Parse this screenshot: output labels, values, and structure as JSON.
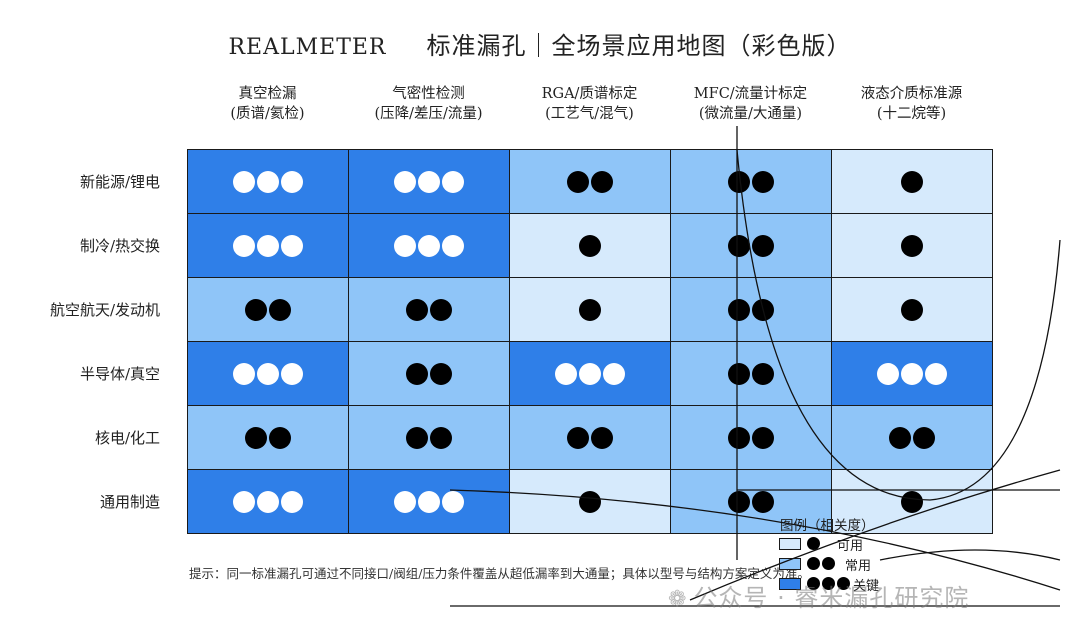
{
  "title": {
    "brand": "REALMETER",
    "text": "标准漏孔｜全场景应用地图（彩色版）"
  },
  "colors": {
    "level1": "#d6eafc",
    "level2": "#8fc5f8",
    "level3": "#2f7fe8",
    "border": "#1a1a1a",
    "dot_on_dark": "#ffffff",
    "dot_on_light": "#000000"
  },
  "chart_data": {
    "type": "heatmap",
    "columns": [
      {
        "line1": "真空检漏",
        "line2": "(质谱/氦检)"
      },
      {
        "line1": "气密性检测",
        "line2": "(压降/差压/流量)"
      },
      {
        "line1": "RGA/质谱标定",
        "line2": "(工艺气/混气)"
      },
      {
        "line1": "MFC/流量计标定",
        "line2": "(微流量/大通量)"
      },
      {
        "line1": "液态介质标准源",
        "line2": "(十二烷等)"
      }
    ],
    "rows": [
      "新能源/锂电",
      "制冷/热交换",
      "航空航天/发动机",
      "半导体/真空",
      "核电/化工",
      "通用制造"
    ],
    "values": [
      [
        3,
        3,
        2,
        2,
        1
      ],
      [
        3,
        3,
        1,
        2,
        1
      ],
      [
        2,
        2,
        1,
        2,
        1
      ],
      [
        3,
        2,
        3,
        2,
        3
      ],
      [
        2,
        2,
        2,
        2,
        2
      ],
      [
        3,
        3,
        1,
        2,
        1
      ]
    ],
    "legend": {
      "title": "图例（相关度）",
      "items": [
        {
          "level": 1,
          "label": "可用"
        },
        {
          "level": 2,
          "label": "常用"
        },
        {
          "level": 3,
          "label": "关键"
        }
      ]
    }
  },
  "hint": "提示：同一标准漏孔可通过不同接口/阀组/压力条件覆盖从超低漏率到大通量；具体以型号与结构方案定义为准。",
  "watermark": {
    "icon": "wechat-icon",
    "text": "公众号 · 睿米漏孔研究院"
  }
}
